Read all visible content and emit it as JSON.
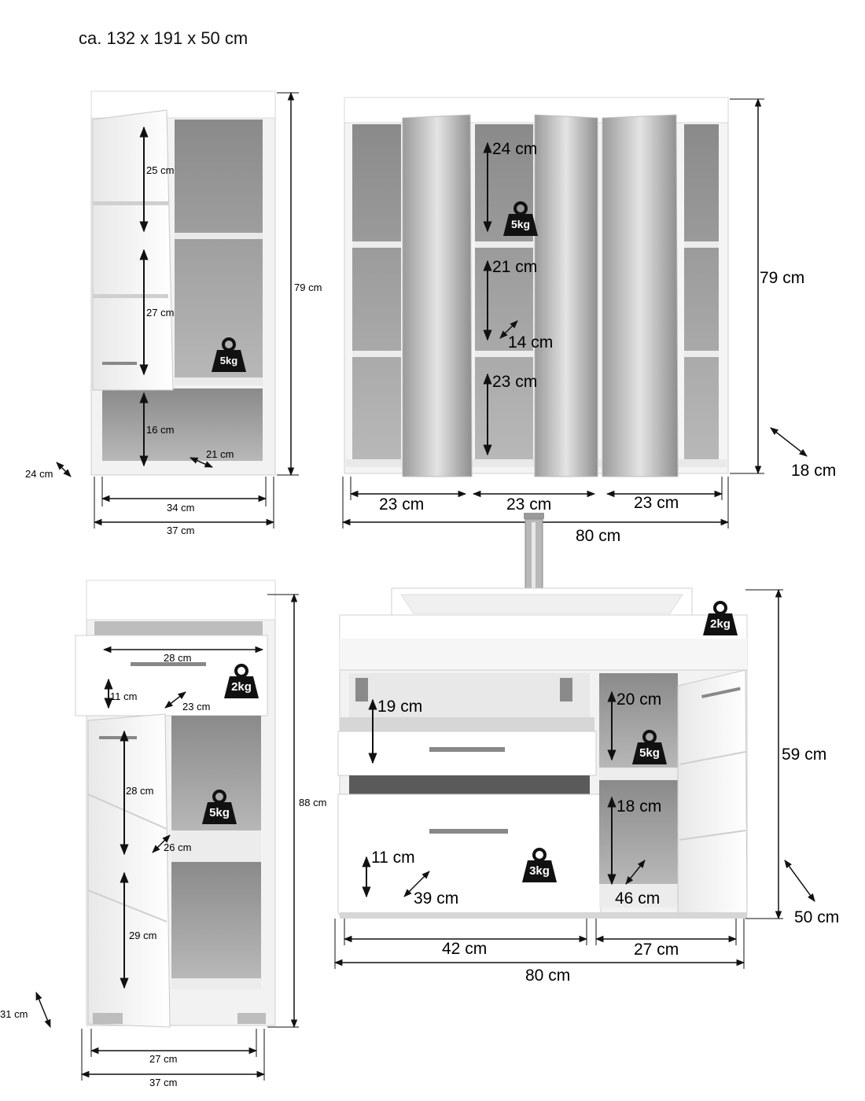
{
  "title": "ca. 132 x 191 x 50 cm",
  "weights": {
    "w5": "5kg",
    "w2": "2kg",
    "w3": "3kg"
  },
  "wall_cabinet": {
    "shelf_top": "25 cm",
    "shelf_mid": "27 cm",
    "niche": "16 cm",
    "niche_depth": "21 cm",
    "height": "79 cm",
    "depth": "24 cm",
    "inner_width": "34 cm",
    "width": "37 cm"
  },
  "mirror_cabinet": {
    "comp_top": "24 cm",
    "comp_mid": "21 cm",
    "comp_depth": "14 cm",
    "comp_bottom": "23 cm",
    "height": "79 cm",
    "depth": "18 cm",
    "section_1": "23 cm",
    "section_2": "23 cm",
    "section_3": "23 cm",
    "width": "80 cm"
  },
  "side_cabinet": {
    "drawer_width": "28 cm",
    "drawer_height": "11 cm",
    "drawer_depth": "23 cm",
    "shelf_top": "28 cm",
    "shelf_depth": "26 cm",
    "shelf_bottom": "29 cm",
    "height": "88 cm",
    "depth": "31 cm",
    "inner_width": "27 cm",
    "width": "37 cm"
  },
  "vanity": {
    "top_drawer": "19 cm",
    "right_top": "20 cm",
    "right_bottom": "18 cm",
    "drawer_height": "11 cm",
    "drawer_depth": "39 cm",
    "right_depth": "46 cm",
    "height": "59 cm",
    "depth": "50 cm",
    "left_width": "42 cm",
    "right_width": "27 cm",
    "width": "80 cm"
  }
}
